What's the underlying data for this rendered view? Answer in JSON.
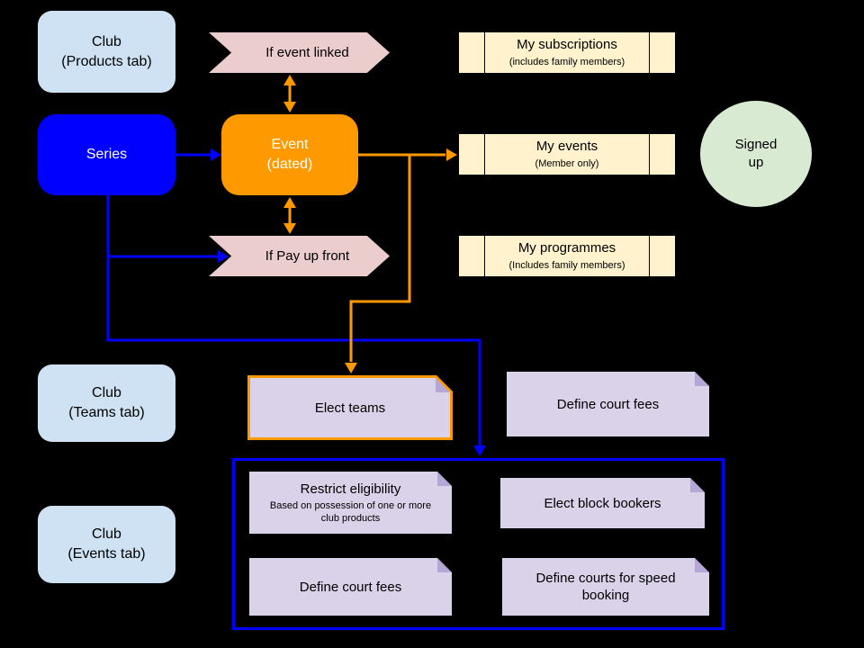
{
  "diagram": {
    "colors": {
      "background": "#000000",
      "light_blue": "#cfe2f3",
      "blue": "#0000ff",
      "orange": "#ff9900",
      "pink": "#ebcdce",
      "cream": "#fff2cc",
      "green": "#d9ead3",
      "purple": "#d9d2e9",
      "purple_fold": "#b4a7d6"
    },
    "nodes": {
      "club_products": {
        "line1": "Club",
        "line2": "(Products tab)"
      },
      "if_event_linked": {
        "label": "If event linked"
      },
      "my_subscriptions": {
        "title": "My subscriptions",
        "subtitle": "(includes family members)"
      },
      "series": {
        "label": "Series"
      },
      "event": {
        "line1": "Event",
        "line2": "(dated)"
      },
      "my_events": {
        "title": "My events",
        "subtitle": "(Member only)"
      },
      "signed_up": {
        "line1": "Signed",
        "line2": "up"
      },
      "if_pay_up_front": {
        "label": "If Pay up front"
      },
      "my_programmes": {
        "title": "My programmes",
        "subtitle": "(Includes family members)"
      },
      "club_teams": {
        "line1": "Club",
        "line2": "(Teams tab)"
      },
      "elect_teams": {
        "label": "Elect teams"
      },
      "define_court_fees_top": {
        "label": "Define court fees"
      },
      "restrict_eligibility": {
        "title": "Restrict eligibility",
        "subtitle": "Based on possession of one or more club products"
      },
      "elect_block_bookers": {
        "label": "Elect block bookers"
      },
      "club_events": {
        "line1": "Club",
        "line2": "(Events tab)"
      },
      "define_court_fees_bottom": {
        "label": "Define court fees"
      },
      "define_courts_speed": {
        "label": "Define courts for speed booking"
      }
    }
  }
}
